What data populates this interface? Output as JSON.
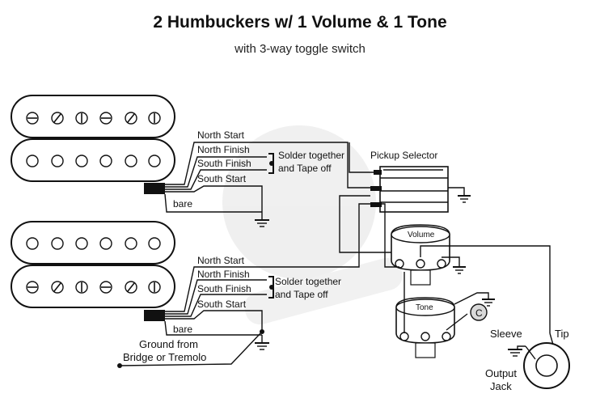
{
  "title": "2 Humbuckers w/ 1 Volume & 1 Tone",
  "subtitle": "with 3-way toggle switch",
  "neck_pickup": {
    "north_start": "North Start",
    "north_finish": "North Finish",
    "south_finish": "South Finish",
    "south_start": "South Start",
    "bare": "bare",
    "solder_note_line1": "Solder together",
    "solder_note_line2": "and Tape off"
  },
  "bridge_pickup": {
    "north_start": "North Start",
    "north_finish": "North Finish",
    "south_finish": "South Finish",
    "south_start": "South Start",
    "bare": "bare",
    "solder_note_line1": "Solder together",
    "solder_note_line2": "and Tape off"
  },
  "ground_note_line1": "Ground from",
  "ground_note_line2": "Bridge or Tremolo",
  "pickup_selector_label": "Pickup Selector",
  "volume_label": "Volume",
  "tone_label": "Tone",
  "capacitor_label": "C",
  "jack": {
    "sleeve": "Sleeve",
    "tip": "Tip",
    "label_line1": "Output",
    "label_line2": "Jack"
  }
}
